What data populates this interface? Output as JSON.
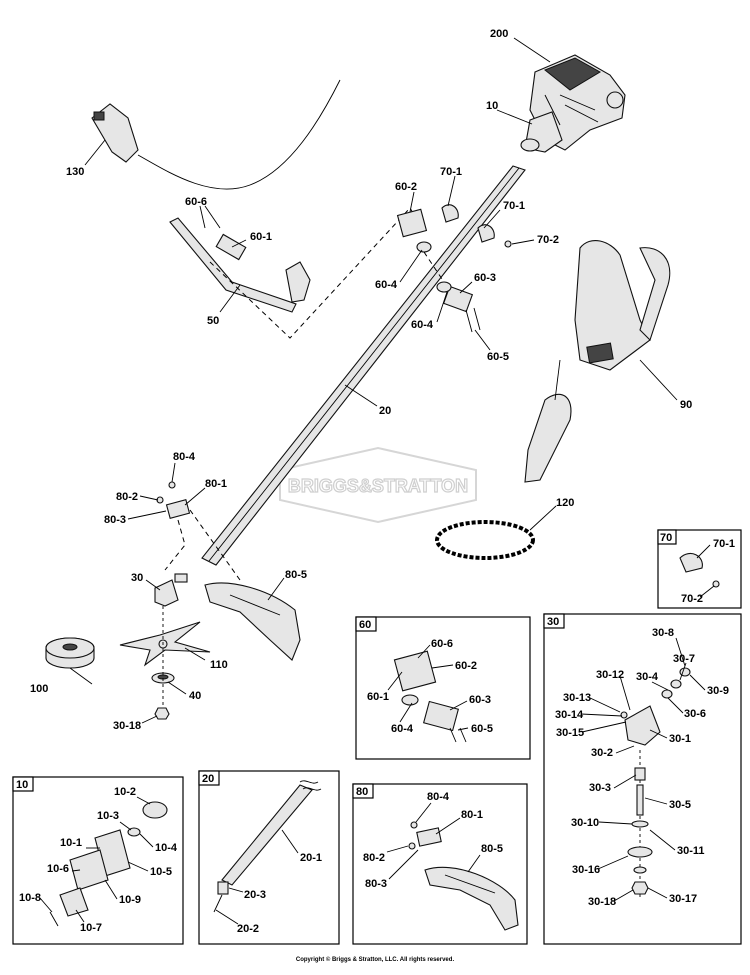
{
  "watermark": "BRIGGS&STRATTON",
  "copyright": "Copyright © Briggs & Stratton, LLC. All rights reserved.",
  "labels": {
    "l200": "200",
    "l10": "10",
    "l130": "130",
    "l70_1a": "70-1",
    "l70_1b": "70-1",
    "l70_2": "70-2",
    "l60_2": "60-2",
    "l60_6": "60-6",
    "l60_1": "60-1",
    "l60_4a": "60-4",
    "l60_3": "60-3",
    "l60_4b": "60-4",
    "l60_5": "60-5",
    "l50": "50",
    "l90": "90",
    "l20": "20",
    "l80_4": "80-4",
    "l80_1": "80-1",
    "l80_2": "80-2",
    "l80_3": "80-3",
    "l120": "120",
    "l30": "30",
    "l80_5": "80-5",
    "l110": "110",
    "l100": "100",
    "l40": "40",
    "l30_18": "30-18"
  },
  "insets": {
    "i70": {
      "title": "70",
      "labels": [
        "70-1",
        "70-2"
      ]
    },
    "i60": {
      "title": "60",
      "labels": [
        "60-6",
        "60-2",
        "60-1",
        "60-3",
        "60-4",
        "60-5"
      ]
    },
    "i30": {
      "title": "30",
      "labels": [
        "30-8",
        "30-7",
        "30-9",
        "30-12",
        "30-4",
        "30-13",
        "30-6",
        "30-14",
        "30-15",
        "30-1",
        "30-2",
        "30-3",
        "30-5",
        "30-10",
        "30-11",
        "30-16",
        "30-17",
        "30-18"
      ]
    },
    "i10": {
      "title": "10",
      "labels": [
        "10-2",
        "10-3",
        "10-4",
        "10-1",
        "10-5",
        "10-6",
        "10-9",
        "10-8",
        "10-7"
      ]
    },
    "i20": {
      "title": "20",
      "labels": [
        "20-1",
        "20-3",
        "20-2"
      ]
    },
    "i80": {
      "title": "80",
      "labels": [
        "80-4",
        "80-1",
        "80-2",
        "80-5",
        "80-3"
      ]
    }
  }
}
